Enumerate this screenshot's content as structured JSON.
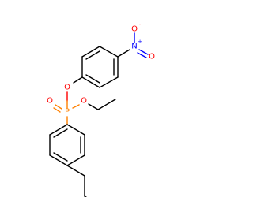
{
  "molecule": {
    "atoms": {
      "o_ester_top": {
        "symbol": "O",
        "color": "#ff0000"
      },
      "o_ester_right": {
        "symbol": "O",
        "color": "#ff0000"
      },
      "o_double": {
        "symbol": "O",
        "color": "#ff0000"
      },
      "p": {
        "symbol": "P",
        "color": "#ff8000"
      },
      "n": {
        "symbol": "N",
        "charge": "+",
        "color": "#0000ff"
      },
      "o_nitro_top": {
        "symbol": "O",
        "charge": "-",
        "color": "#ff0000"
      },
      "o_nitro_bottom": {
        "symbol": "O",
        "color": "#ff0000"
      }
    }
  }
}
